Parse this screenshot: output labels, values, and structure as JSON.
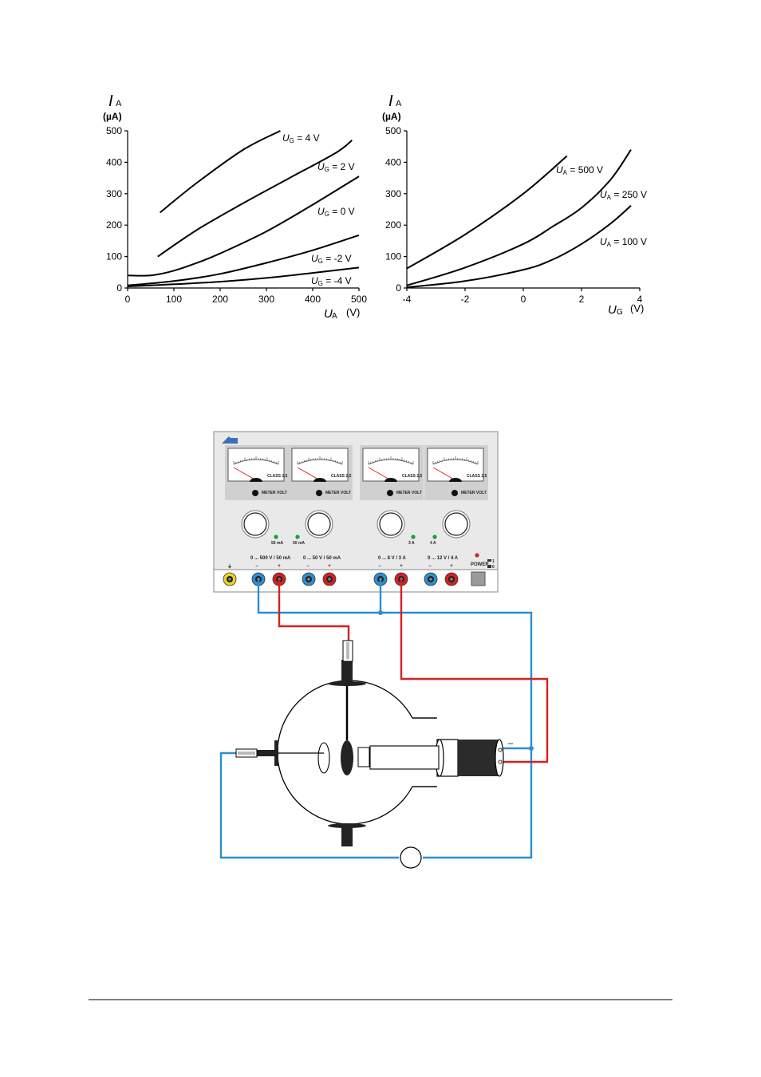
{
  "chart_data": [
    {
      "type": "line",
      "title": "",
      "ylabel_symbol": "I",
      "ylabel_sub": "A",
      "yunit": "(µA)",
      "xlabel_symbol": "U",
      "xlabel_sub": "A",
      "xunit": "(V)",
      "xlim": [
        0,
        500
      ],
      "ylim": [
        0,
        500
      ],
      "xticks": [
        "0",
        "100",
        "200",
        "300",
        "400",
        "500"
      ],
      "yticks": [
        "0",
        "100",
        "200",
        "300",
        "400",
        "500"
      ],
      "xtick_values": [
        0,
        100,
        200,
        300,
        400,
        500
      ],
      "ytick_values": [
        0,
        100,
        200,
        300,
        400,
        500
      ],
      "series": [
        {
          "label_symbol": "U",
          "label_sub": "G",
          "label_rest": " = 4 V",
          "x": [
            70,
            150,
            250,
            330
          ],
          "y": [
            240,
            335,
            440,
            500
          ]
        },
        {
          "label_symbol": "U",
          "label_sub": "G",
          "label_rest": " = 2 V",
          "x": [
            65,
            150,
            250,
            350,
            450,
            485
          ],
          "y": [
            100,
            185,
            270,
            350,
            430,
            470
          ]
        },
        {
          "label_symbol": "U",
          "label_sub": "G",
          "label_rest": " = 0 V",
          "x": [
            0,
            50,
            100,
            150,
            200,
            300,
            400,
            500
          ],
          "y": [
            40,
            40,
            55,
            80,
            110,
            180,
            265,
            355
          ]
        },
        {
          "label_symbol": "U",
          "label_sub": "G",
          "label_rest": " = -2 V",
          "x": [
            0,
            100,
            200,
            300,
            400,
            500
          ],
          "y": [
            8,
            22,
            45,
            80,
            120,
            168
          ]
        },
        {
          "label_symbol": "U",
          "label_sub": "G",
          "label_rest": " = -4 V",
          "x": [
            0,
            100,
            200,
            300,
            400,
            500
          ],
          "y": [
            5,
            12,
            20,
            32,
            48,
            65
          ]
        }
      ]
    },
    {
      "type": "line",
      "title": "",
      "ylabel_symbol": "I",
      "ylabel_sub": "A",
      "yunit": "(µA)",
      "xlabel_symbol": "U",
      "xlabel_sub": "G",
      "xunit": "(V)",
      "xlim": [
        -4,
        4
      ],
      "ylim": [
        0,
        500
      ],
      "xticks": [
        "-4",
        "-2",
        "0",
        "2",
        "4"
      ],
      "yticks": [
        "0",
        "100",
        "200",
        "300",
        "400",
        "500"
      ],
      "xtick_values": [
        -4,
        -2,
        0,
        2,
        4
      ],
      "ytick_values": [
        0,
        100,
        200,
        300,
        400,
        500
      ],
      "series": [
        {
          "label_symbol": "U",
          "label_sub": "A",
          "label_rest": " = 500 V",
          "x": [
            -4,
            -2,
            0,
            1.5
          ],
          "y": [
            62,
            170,
            300,
            420
          ]
        },
        {
          "label_symbol": "U",
          "label_sub": "A",
          "label_rest": " = 250 V",
          "x": [
            -4,
            -2,
            0,
            1,
            2,
            3,
            3.7
          ],
          "y": [
            8,
            65,
            140,
            195,
            255,
            345,
            440
          ]
        },
        {
          "label_symbol": "U",
          "label_sub": "A",
          "label_rest": " = 100 V",
          "x": [
            -4,
            -2,
            0,
            1,
            2,
            3,
            3.7
          ],
          "y": [
            2,
            22,
            58,
            90,
            140,
            205,
            262
          ]
        }
      ]
    }
  ],
  "colors": {
    "wire_blue": "#2a8fd1",
    "wire_red": "#d62020",
    "jack_yellow": "#e8d51e",
    "led_green": "#1f9a3a",
    "led_red": "#d62020"
  },
  "power_supply": {
    "meter_scale_label": "CLASS 2,5",
    "meter_button_label": "METER VOLT",
    "range_labels": [
      "0 ... 500 V / 50 mA",
      "0 ... 50 V / 50 mA",
      "0 ... 8 V / 3 A",
      "0 ... 12 V / 4 A"
    ],
    "current_labels": [
      "50 mA",
      "50 mA",
      "3 A",
      "4 A"
    ],
    "minus": "–",
    "plus": "+",
    "ground_symbol": "⏚",
    "power_label": "POWER",
    "switch_on": "1",
    "switch_off": "0"
  },
  "tube": {
    "cathode_minus": "–"
  }
}
